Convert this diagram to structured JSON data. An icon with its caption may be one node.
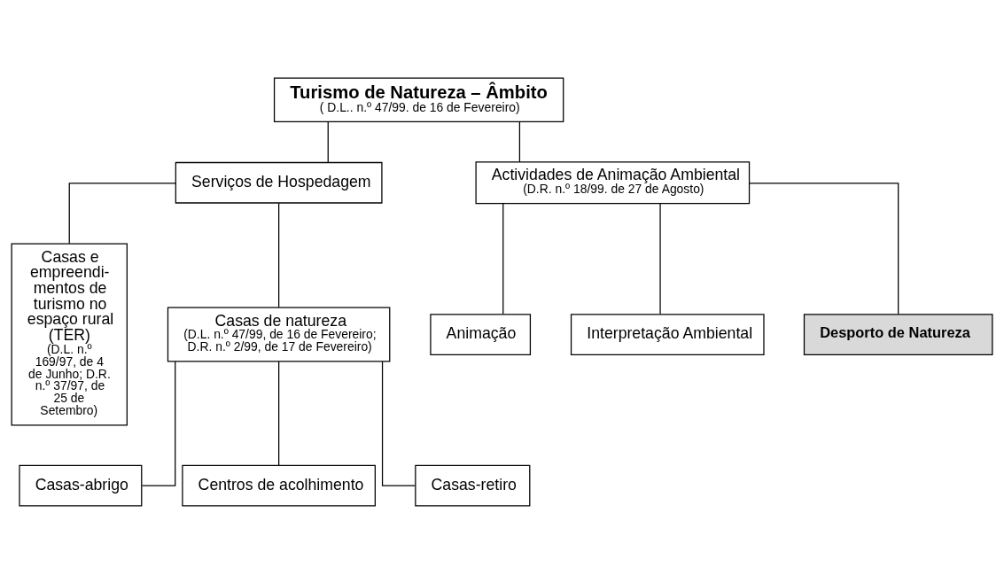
{
  "diagram": {
    "nodes": [
      {
        "text": [
          "Turismo de Natureza – Âmbito",
          "( D.L.. n.º 47/99. de 16 de Fevereiro)"
        ]
      },
      {
        "text": [
          "Serviços de Hospedagem"
        ]
      },
      {
        "text": [
          "Actividades de Animação Ambiental",
          "(D.R. n.º 18/99. de 27 de Agosto)"
        ]
      },
      {
        "text": [
          "Casas e empreendi- mentos de turismo no espaço rural (TER)",
          "(D.L. n.º 169/97, de 4 de Junho; D.R. n.º 37/97, de 25 de Setembro)"
        ]
      },
      {
        "text": [
          "Casas de natureza",
          "(D.L. n.º 47/99, de 16 de Fevereiro; D.R. n.º 2/99, de 17 de Fevereiro)"
        ]
      },
      {
        "text": [
          "Casas-abrigo"
        ]
      },
      {
        "text": [
          "Centros de acolhimento"
        ]
      },
      {
        "text": [
          "Casas-retiro"
        ]
      },
      {
        "text": [
          "Animação"
        ]
      },
      {
        "text": [
          "Interpretação Ambiental"
        ]
      },
      {
        "text": [
          "Desporto de Natureza"
        ]
      }
    ],
    "edges": [
      {
        "from": 0,
        "to": 1,
        "arrow": "none"
      },
      {
        "from": 0,
        "to": 2,
        "arrow": "none"
      },
      {
        "from": 1,
        "to": 3,
        "arrow": "none"
      },
      {
        "from": 1,
        "to": 4,
        "arrow": "none"
      },
      {
        "from": 4,
        "to": 5,
        "arrow": "none"
      },
      {
        "from": 4,
        "to": 6,
        "arrow": "none"
      },
      {
        "from": 4,
        "to": 7,
        "arrow": "none"
      },
      {
        "from": 2,
        "to": 8,
        "arrow": "none"
      },
      {
        "from": 2,
        "to": 9,
        "arrow": "none"
      },
      {
        "from": 2,
        "to": 10,
        "arrow": "none"
      }
    ]
  }
}
